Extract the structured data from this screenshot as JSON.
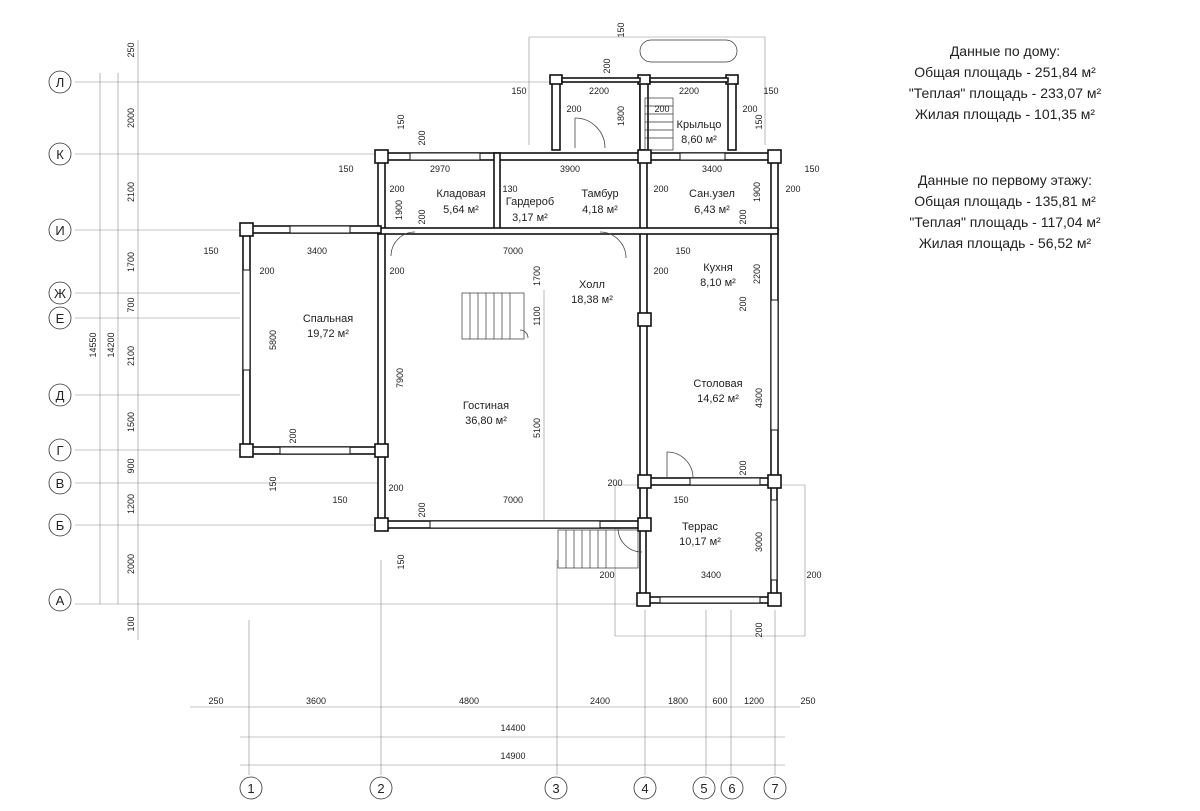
{
  "house_info": {
    "title": "Данные по дому:",
    "total": "Общая площадь - 251,84 м²",
    "warm": "\"Теплая\" площадь - 233,07 м²",
    "living": "Жилая площадь - 101,35 м²"
  },
  "floor_info": {
    "title": "Данные по первому этажу:",
    "total": "Общая площадь - 135,81 м²",
    "warm": "\"Теплая\" площадь - 117,04 м²",
    "living": "Жилая площадь - 56,52 м²"
  },
  "axes_rows": [
    "Л",
    "К",
    "И",
    "Ж",
    "Е",
    "Д",
    "Г",
    "В",
    "Б",
    "А"
  ],
  "axes_cols": [
    "1",
    "2",
    "3",
    "4",
    "5",
    "6",
    "7"
  ],
  "rooms": [
    {
      "name": "Кладовая",
      "area": "5,64 м²"
    },
    {
      "name": "Гардероб",
      "area": "3,17 м²"
    },
    {
      "name": "Тамбур",
      "area": "4,18 м²"
    },
    {
      "name": "Сан.узел",
      "area": "6,43 м²"
    },
    {
      "name": "Крыльцо",
      "area": "8,60 м²"
    },
    {
      "name": "Спальная",
      "area": "19,72 м²"
    },
    {
      "name": "Холл",
      "area": "18,38 м²"
    },
    {
      "name": "Кухня",
      "area": "8,10 м²"
    },
    {
      "name": "Гостиная",
      "area": "36,80 м²"
    },
    {
      "name": "Столовая",
      "area": "14,62 м²"
    },
    {
      "name": "Террас",
      "area": "10,17 м²"
    }
  ],
  "dims_left_outer": [
    "250",
    "2000",
    "2100",
    "1700",
    "700",
    "2100",
    "1500",
    "900",
    "1200",
    "2000",
    "100"
  ],
  "dim_total_left_a": "14550",
  "dim_total_left_b": "14200",
  "dims_bottom": [
    "250",
    "3600",
    "4800",
    "2400",
    "1800",
    "600",
    "1200",
    "250"
  ],
  "dim_total_bottom_a": "14400",
  "dim_total_bottom_b": "14900",
  "dims_misc": [
    "150",
    "2200",
    "2200",
    "150",
    "150",
    "200",
    "200",
    "1800",
    "200",
    "200",
    "150",
    "2970",
    "3900",
    "3400",
    "150",
    "200",
    "130",
    "1900",
    "200",
    "200",
    "1900",
    "200",
    "150",
    "200",
    "200",
    "150",
    "3400",
    "7000",
    "150",
    "200",
    "200",
    "2200",
    "1700",
    "5800",
    "200",
    "1100",
    "200",
    "7900",
    "4300",
    "5100",
    "200",
    "150",
    "200",
    "200",
    "150",
    "7000",
    "200",
    "150",
    "3000",
    "200",
    "3400",
    "200",
    "150",
    "200",
    "150",
    "200"
  ]
}
